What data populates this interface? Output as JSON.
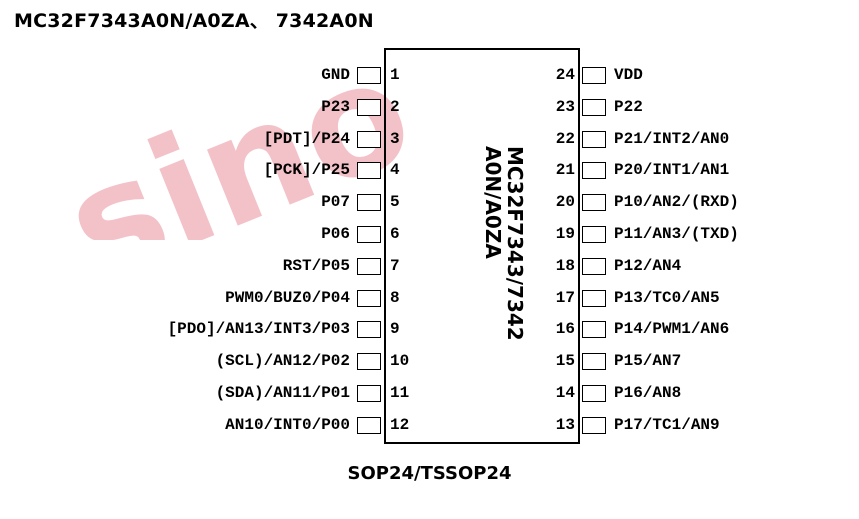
{
  "title": "MC32F7343A0N/A0ZA、 7342A0N",
  "chip_label": "MC32F7343/7342\nA0N/A0ZA",
  "package": "SOP24/TSSOP24",
  "watermark": "sino",
  "colors": {
    "watermark": "#f2b8bf",
    "ink": "#000000"
  },
  "pins_left": [
    {
      "num": "1",
      "name": "GND"
    },
    {
      "num": "2",
      "name": "P23"
    },
    {
      "num": "3",
      "name": "[PDT]/P24"
    },
    {
      "num": "4",
      "name": "[PCK]/P25"
    },
    {
      "num": "5",
      "name": "P07"
    },
    {
      "num": "6",
      "name": "P06"
    },
    {
      "num": "7",
      "name": "RST/P05"
    },
    {
      "num": "8",
      "name": "PWM0/BUZ0/P04"
    },
    {
      "num": "9",
      "name": "[PDO]/AN13/INT3/P03"
    },
    {
      "num": "10",
      "name": "(SCL)/AN12/P02"
    },
    {
      "num": "11",
      "name": "(SDA)/AN11/P01"
    },
    {
      "num": "12",
      "name": "AN10/INT0/P00"
    }
  ],
  "pins_right": [
    {
      "num": "24",
      "name": "VDD"
    },
    {
      "num": "23",
      "name": "P22"
    },
    {
      "num": "22",
      "name": "P21/INT2/AN0"
    },
    {
      "num": "21",
      "name": "P20/INT1/AN1"
    },
    {
      "num": "20",
      "name": "P10/AN2/(RXD)"
    },
    {
      "num": "19",
      "name": "P11/AN3/(TXD)"
    },
    {
      "num": "18",
      "name": "P12/AN4"
    },
    {
      "num": "17",
      "name": "P13/TC0/AN5"
    },
    {
      "num": "16",
      "name": "P14/PWM1/AN6"
    },
    {
      "num": "15",
      "name": "P15/AN7"
    },
    {
      "num": "14",
      "name": "P16/AN8"
    },
    {
      "num": "13",
      "name": "P17/TC1/AN9"
    }
  ]
}
